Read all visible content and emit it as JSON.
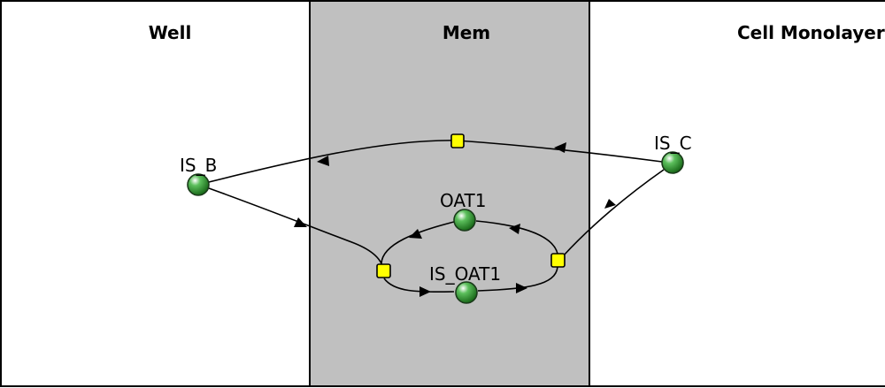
{
  "diagram": {
    "compartments": [
      {
        "id": "well",
        "title": "Well",
        "fill": "#ffffff"
      },
      {
        "id": "mem",
        "title": "Mem",
        "fill": "#c0c0c0"
      },
      {
        "id": "cell",
        "title": "Cell Monolayer",
        "fill": "#ffffff"
      }
    ],
    "species": [
      {
        "id": "is_b",
        "label": "IS_B"
      },
      {
        "id": "is_c",
        "label": "IS_C"
      },
      {
        "id": "oat1",
        "label": "OAT1"
      },
      {
        "id": "is_oat1",
        "label": "IS_OAT1"
      }
    ],
    "colors": {
      "species_fill": "#2e8b2e",
      "reaction_fill": "#ffff00",
      "edge": "#000000",
      "border": "#000000"
    }
  }
}
